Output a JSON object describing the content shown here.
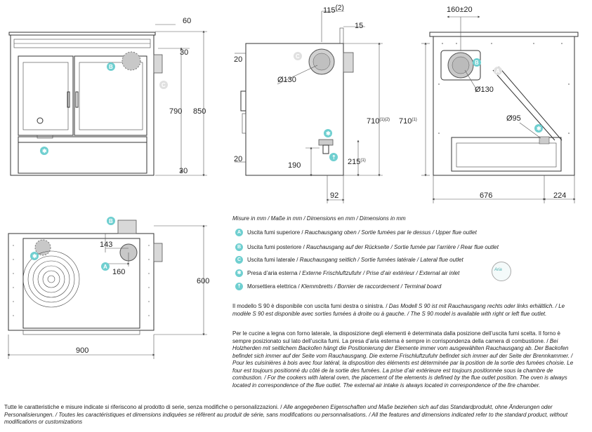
{
  "badges": {
    "A": "A",
    "B": "B",
    "C": "C",
    "air": "✱",
    "terminal": "⇡"
  },
  "colors": {
    "badge": "#6fcfd0",
    "line": "#333333"
  },
  "front_view": {
    "dim_top": "60",
    "dim_upper": "30",
    "dim_height": "790",
    "dim_total": "850",
    "dim_lower": "30"
  },
  "side_view": {
    "dim_115": "115",
    "dim_115_sup": "(2)",
    "dim_15": "15",
    "dim_20_top": "20",
    "dim_130": "Ø130",
    "dim_710": "710",
    "dim_710_sup": "(1)(2)",
    "dim_20_bot": "20",
    "dim_190": "190",
    "dim_215": "215",
    "dim_215_sup": "(1)",
    "dim_92": "92"
  },
  "rear_view": {
    "dim_160": "160±20",
    "dim_130": "Ø130",
    "dim_710": "710",
    "dim_710_sup": "(1)",
    "dim_95": "Ø95",
    "dim_676": "676",
    "dim_224": "224"
  },
  "top_view": {
    "dim_143": "143",
    "dim_160": "160",
    "dim_600": "600",
    "dim_900": "900"
  },
  "legend": {
    "title": "Misure in mm / Maße in mm / Dimensions en mm / Dimensions in mm",
    "items": [
      {
        "badge": "A",
        "label": "Uscita fumi superiore / ",
        "trans": "Rauchausgang oben / Sortie fumées par le dessus / Upper flue outlet"
      },
      {
        "badge": "B",
        "label": "Uscita fumi posteriore / ",
        "trans": "Rauchausgang auf der Rückseite / Sortie fumée par l’arrière / Rear flue outlet"
      },
      {
        "badge": "C",
        "label": "Uscita fumi laterale / ",
        "trans": "Rauchausgang seitlich / Sortie fumées latérale / Lateral flue outlet"
      },
      {
        "badge": "✱",
        "label": "Presa d’aria esterna / ",
        "trans": "Externe Frischluftzufuhr / Prise d’air extérieur / External air inlet"
      },
      {
        "badge": "⇡",
        "label": "Morsettiera elettrica / ",
        "trans": "Klemmbretts / Bornier de raccordement / Terminal board"
      }
    ],
    "logo_text": "Aria"
  },
  "note1": {
    "it": "Il modello S 90 è disponibile con uscita fumi destra o sinistra. / ",
    "tr": "Das Modell S 90 ist mit Rauchausgang rechts oder links erhältlich. / Le modèle S 90 est disponible avec sorties fumées à droite ou à gauche. / The S 90 model is available with right or left flue outlet."
  },
  "note2": {
    "it": "Per le cucine a legna con forno laterale, la disposizione degli elementi è determinata dalla posizione dell’uscita fumi scelta. Il forno è sempre posizionato sul lato dell’uscita fumi. La presa d’aria esterna è sempre in corrispondenza della camera di combustione. / ",
    "tr": "Bei Holzherden mit seitlichem Backofen hängt die Positionierung der Elemente immer vom ausgewählten Rauchausgang ab. Der Backofen befindet sich immer auf der Seite vom Rauchausgang. Die externe Frischluftzufuhr befindet sich immer auf der Seite der Brennkammer. / Pour les cuisinières à bois avec four latéral, la disposition des éléments est déterminée par la position de la sortie des fumées choisie. Le four est toujours positionné du côté de la sortie des fumées. La prise d’air extérieure est toujours positionnée sous la chambre de combustion. / For the cookers with lateral oven, the placement of the elements is defined by the flue outlet position. The oven is always located in correspondence of the flue outlet. The external air intake is always located in correspondence of the fire chamber."
  },
  "footer": {
    "it": "Tutte le caratteristiche e misure indicate si riferiscono al prodotto di serie, senza modifiche o personalizzazioni. / ",
    "tr": "Alle angegebenen Eigenschaften und Maße beziehen sich auf das Standardprodukt, ohne Änderungen oder Personalisierungen. / Toutes les caractéristiques et dimensions indiquées se réfèrent au produit de série, sans modifications ou personnalisations. / All the features and dimensions indicated refer to the standard product, without modifications or customizations"
  }
}
